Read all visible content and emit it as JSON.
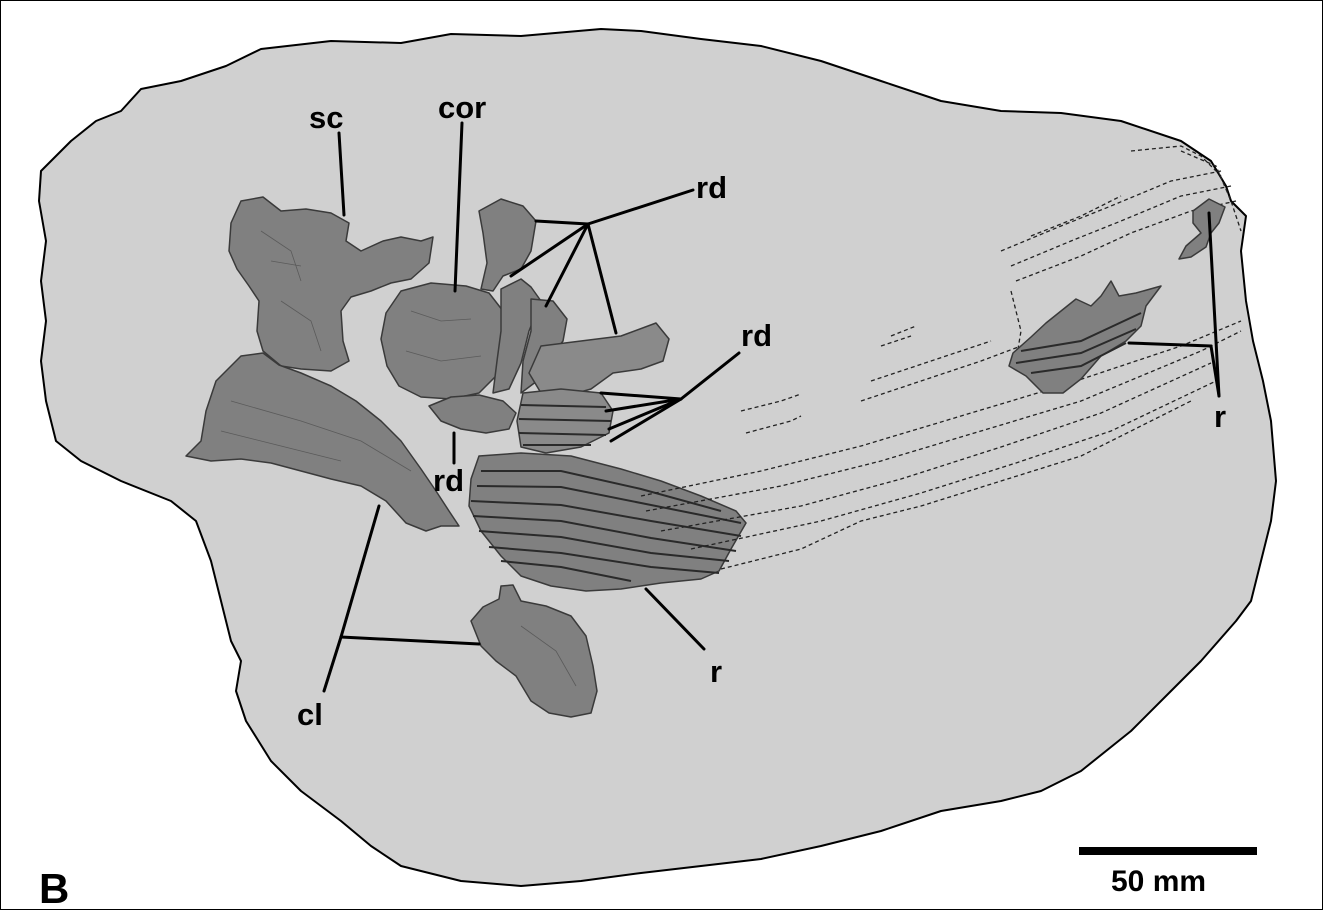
{
  "figure": {
    "panel_letter": "B",
    "scale_bar": {
      "label": "50 mm",
      "length_mm": 50
    },
    "labels": {
      "scapula": "sc",
      "coracoid": "cor",
      "radials_upper": "rd",
      "radials_middle": "rd",
      "radials_lower": "rd",
      "clavicle": "cl",
      "ribs_lower": "r",
      "ribs_right": "r"
    },
    "colors": {
      "slab": "#d0d0d0",
      "bone": "#808080",
      "outline": "#000000"
    }
  }
}
